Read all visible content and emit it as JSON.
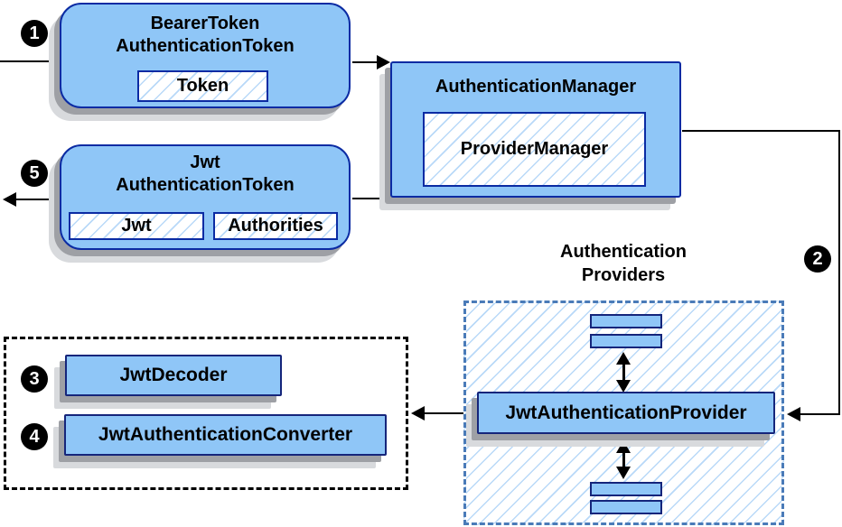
{
  "colors": {
    "box_fill": "#8FC6F7",
    "box_border": "#0B2BA3",
    "dark_border": "#15257B",
    "hatch_line": "#B9D9F8",
    "provider_dash_border": "#4A7BB8",
    "decoder_dash_border": "#000000",
    "arrow": "#000000",
    "shadow_dark": "#9EA0A5",
    "shadow_light": "#D8DADD",
    "text": "#000000",
    "background": "#FFFFFF"
  },
  "badges": {
    "step1": "1",
    "step2": "2",
    "step3": "3",
    "step4": "4",
    "step5": "5"
  },
  "nodes": {
    "bearer_token": {
      "title_line1": "BearerToken",
      "title_line2": "AuthenticationToken",
      "token_field": "Token"
    },
    "authentication_manager": {
      "title": "AuthenticationManager",
      "inner": "ProviderManager"
    },
    "jwt_authentication_token": {
      "title_line1": "Jwt",
      "title_line2": "AuthenticationToken",
      "jwt_field": "Jwt",
      "authorities_field": "Authorities"
    },
    "authentication_providers": {
      "label_line1": "Authentication",
      "label_line2": "Providers",
      "provider": "JwtAuthenticationProvider"
    },
    "converter_group": {
      "decoder": "JwtDecoder",
      "converter": "JwtAuthenticationConverter"
    }
  }
}
